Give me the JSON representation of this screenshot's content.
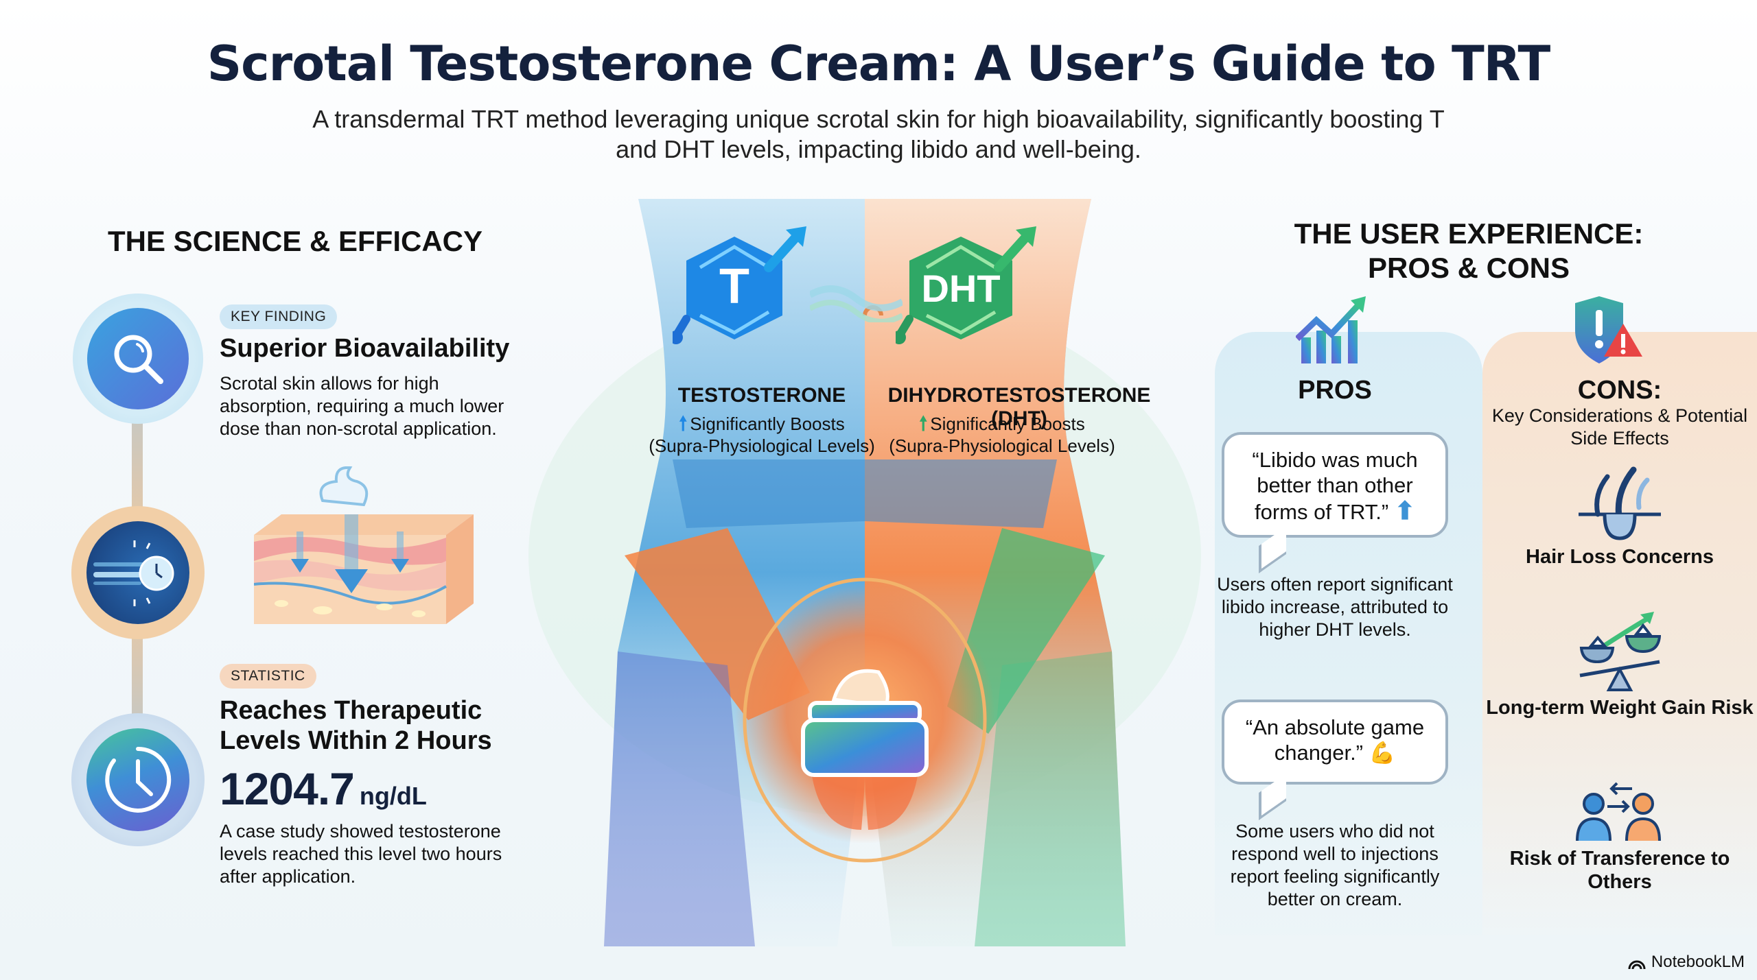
{
  "header": {
    "title": "Scrotal Testosterone Cream: A User’s Guide to TRT",
    "subtitle": "A transdermal TRT method leveraging unique scrotal skin for high bioavailability, significantly boosting T and DHT levels, impacting libido and well-being."
  },
  "science": {
    "heading": "THE SCIENCE & EFFICACY",
    "key_finding": {
      "badge": "KEY FINDING",
      "title": "Superior Bioavailability",
      "text": "Scrotal skin allows for high absorption, requiring a much lower dose than non-scrotal application.",
      "icon": "magnifier-icon"
    },
    "absorption_icon": "fast-clock-icon",
    "skin_illustration": "skin-absorption-icon",
    "statistic": {
      "badge": "STATISTIC",
      "title": "Reaches Therapeutic Levels Within 2 Hours",
      "value": "1204.7",
      "unit": "ng/dL",
      "text": "A case study showed testosterone levels reached this level two hours after application.",
      "icon": "clock-icon"
    }
  },
  "hormones": {
    "testosterone": {
      "symbol": "T",
      "name": "TESTOSTERONE",
      "arrow": "🠕",
      "effect": "Significantly Boosts",
      "detail": "(Supra-Physiological Levels)",
      "color": "#1e88e5"
    },
    "dht": {
      "symbol": "DHT",
      "name": "DIHYDROTESTOSTERONE (DHT)",
      "arrow": "🠕",
      "effect": "Significantly Boosts",
      "detail": "(Supra-Physiological Levels)",
      "color": "#2fa866"
    }
  },
  "experience": {
    "heading_line1": "THE USER EXPERIENCE:",
    "heading_line2": "PROS & CONS",
    "pros": {
      "title": "PROS",
      "icon": "growth-chart-icon",
      "quotes": [
        {
          "quote": "“Libido was much better than other forms of TRT.”",
          "emoji": "⬆",
          "text": "Users often report significant libido increase, attributed to higher DHT levels."
        },
        {
          "quote": "“An absolute game changer.”",
          "emoji": "💪",
          "text": "Some users who did not respond well to injections report feeling significantly better on cream."
        }
      ]
    },
    "cons": {
      "title": "CONS:",
      "subtitle": "Key Considerations & Potential Side Effects",
      "icon": "shield-warning-icon",
      "items": [
        {
          "label": "Hair Loss Concerns",
          "icon": "hair-follicle-icon"
        },
        {
          "label": "Long-term Weight Gain Risk",
          "icon": "scale-icon"
        },
        {
          "label": "Risk of Transference to Others",
          "icon": "transfer-people-icon"
        }
      ]
    }
  },
  "footer": {
    "brand": "NotebookLM"
  },
  "colors": {
    "title": "#14213d",
    "blue": "#1e88e5",
    "green": "#2fa866",
    "orange": "#f08a4b",
    "peach_panel": "#f8e2cf",
    "blue_panel": "#d9edf6"
  }
}
